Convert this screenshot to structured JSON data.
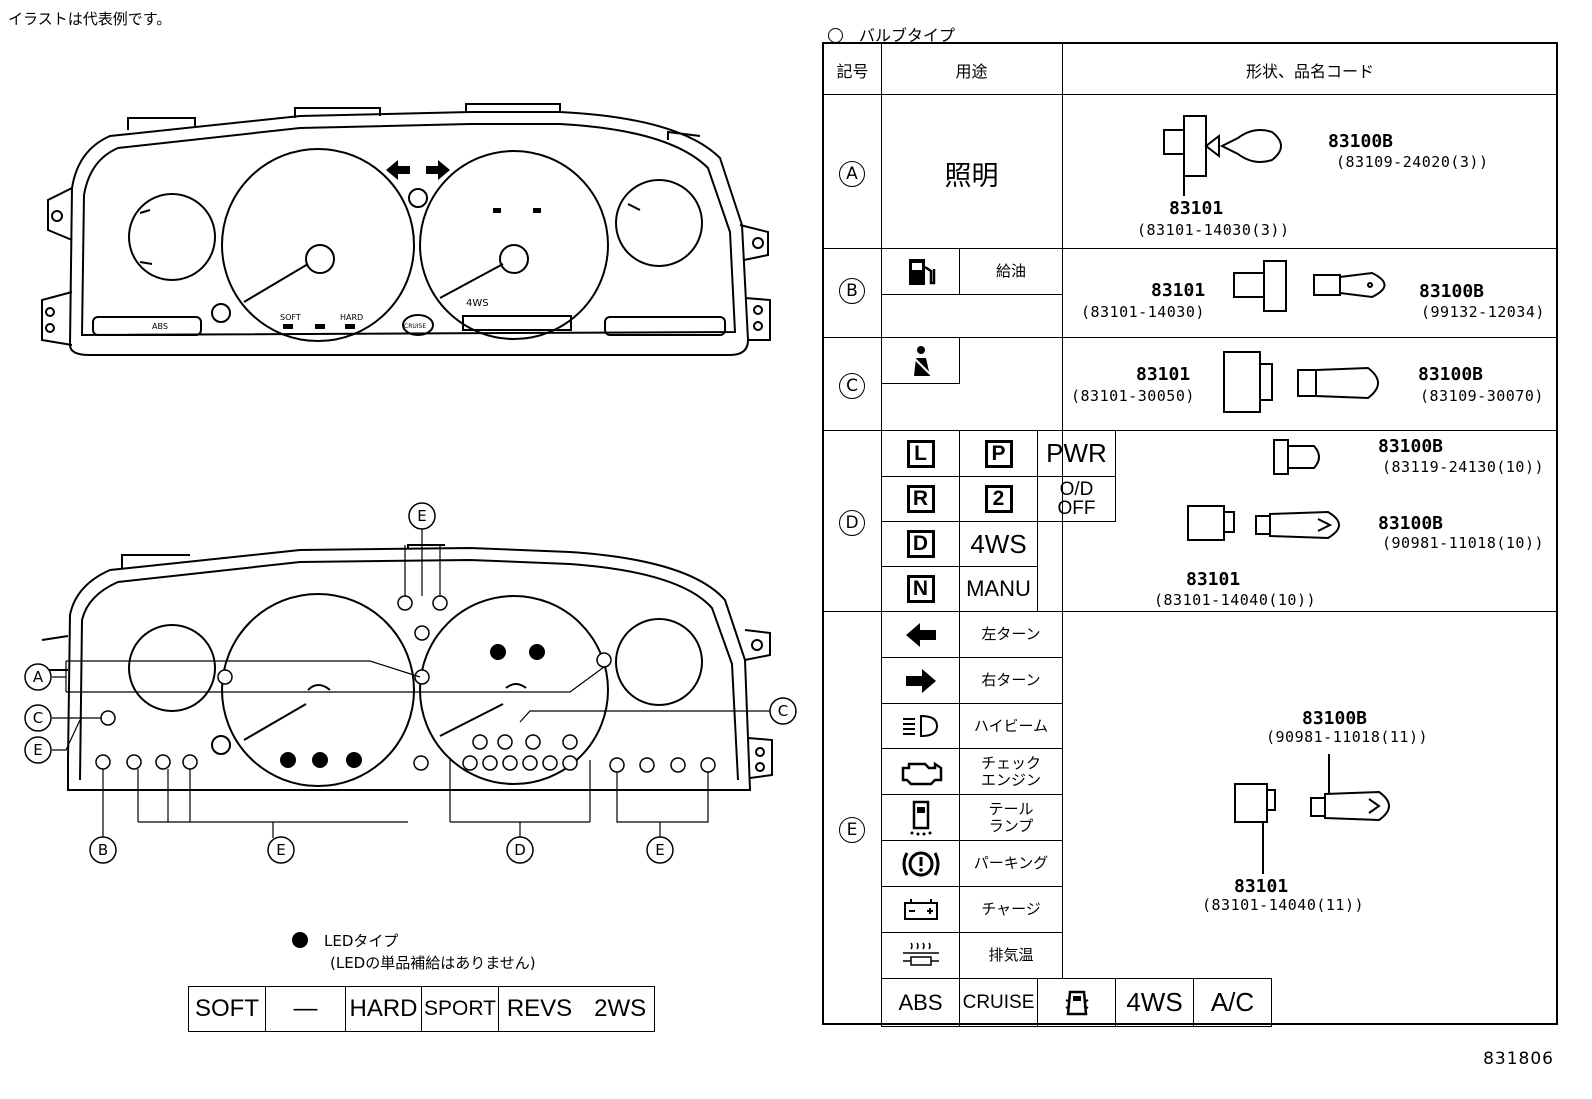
{
  "note": "イラストは代表例です。",
  "doc_number": "831806",
  "legend": {
    "bulb_type": "バルブタイプ",
    "led_type": "LEDタイプ",
    "led_note": "(LEDの単品補給はありません)"
  },
  "led_labels": [
    "SOFT",
    "—",
    "HARD",
    "SPORT",
    "REVS",
    "2WS"
  ],
  "cluster_labels": {
    "abs": "ABS",
    "soft": "SOFT",
    "hard": "HARD",
    "cruise": "CRUISE",
    "fourws": "4WS",
    "manu": "MANU",
    "pwr": "PWR",
    "odoff": "O/D OFF",
    "sport": "SPORT",
    "revs": "REVS 2WS"
  },
  "callouts": [
    "A",
    "B",
    "C",
    "D",
    "E"
  ],
  "table": {
    "headers": {
      "symbol": "記号",
      "use": "用途",
      "shape": "形状、品名コード"
    },
    "rowA": {
      "sym": "A",
      "use": "照明",
      "pn_bulb": "83100B",
      "code_bulb": "(83109-24020(3))",
      "pn_socket": "83101",
      "code_socket": "(83101-14030(3))"
    },
    "rowB": {
      "sym": "B",
      "use": "給油",
      "pn_socket": "83101",
      "code_socket": "(83101-14030)",
      "pn_bulb": "83100B",
      "code_bulb": "(99132-12034)"
    },
    "rowC": {
      "sym": "C",
      "pn_socket": "83101",
      "code_socket": "(83101-30050)",
      "pn_bulb": "83100B",
      "code_bulb": "(83109-30070)"
    },
    "rowD": {
      "sym": "D",
      "letters": [
        "L",
        "R",
        "D",
        "N",
        "P",
        "2"
      ],
      "words": {
        "pwr": "PWR",
        "od1": "O/D",
        "od2": "OFF",
        "fourws": "4WS",
        "manu": "MANU"
      },
      "pn_bulb1": "83100B",
      "code_bulb1": "(83119-24130(10))",
      "pn_bulb2": "83100B",
      "code_bulb2": "(90981-11018(10))",
      "pn_socket": "83101",
      "code_socket": "(83101-14040(10))"
    },
    "rowE": {
      "sym": "E",
      "uses": [
        "左ターン",
        "右ターン",
        "ハイビーム",
        "チェック",
        "エンジン",
        "テール",
        "ランプ",
        "パーキング",
        "チャージ",
        "排気温"
      ],
      "bottom": [
        "ABS",
        "CRUISE",
        "4WS",
        "A/C"
      ],
      "pn_bulb": "83100B",
      "code_bulb": "(90981-11018(11))",
      "pn_socket": "83101",
      "code_socket": "(83101-14040(11))"
    }
  }
}
